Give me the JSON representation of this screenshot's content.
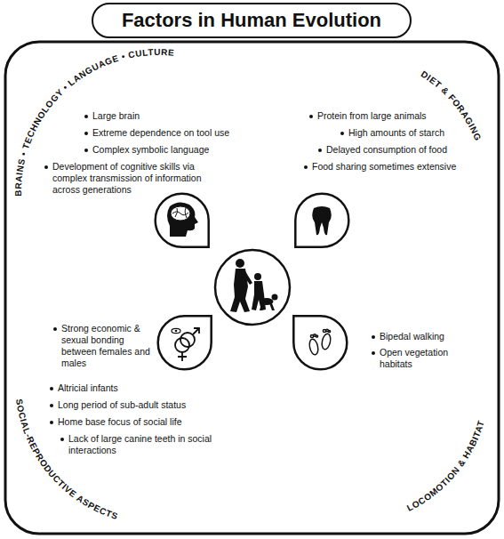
{
  "diagram": {
    "title": "Factors in Human Evolution",
    "nodes": [
      {
        "text": [
          "BRAINS • TECHNOLOGY • LANGUAGE • CULTURE",
          "Large brain",
          "Extreme dependence on tool use",
          "Complex symbolic language",
          "Development of cognitive skills via complex transmission of information across generations"
        ]
      },
      {
        "text": [
          "DIET & FORAGING",
          "Protein from large animals",
          "High amounts of starch",
          "Delayed consumption of food",
          "Food sharing sometimes extensive"
        ]
      },
      {
        "text": [
          "SOCIAL-REPRODUCTIVE ASPECTS",
          "Strong economic & sexual bonding between females and males",
          "Altricial infants",
          "Long period of sub-adult status",
          "Home base focus of social life",
          "Lack of large canine teeth in social interactions"
        ]
      },
      {
        "text": [
          "LOCOMOTION & HABITAT",
          "Bipedal walking",
          "Open vegetation habitats"
        ]
      }
    ]
  }
}
